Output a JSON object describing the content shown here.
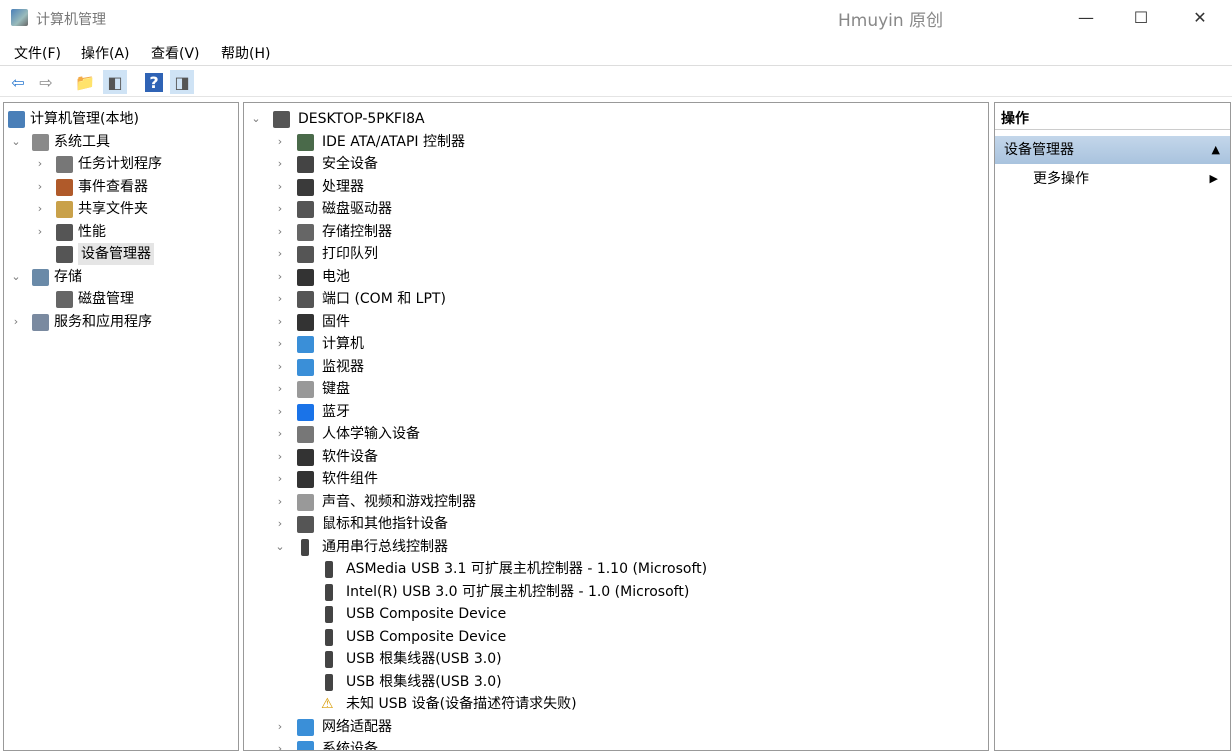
{
  "window": {
    "title": "计算机管理",
    "watermark": "Hmuyin 原创",
    "minimize": "—",
    "maximize": "☐",
    "close": "✕"
  },
  "menu": [
    "文件(F)",
    "操作(A)",
    "查看(V)",
    "帮助(H)"
  ],
  "toolbar": [
    {
      "icon": "back-arrow-icon",
      "glyph": "⇦",
      "color": "#2b79d0"
    },
    {
      "icon": "forward-arrow-icon",
      "glyph": "⇨",
      "color": "#888"
    },
    {
      "icon": "up-folder-icon",
      "glyph": "📁",
      "color": "#c9a14a"
    },
    {
      "icon": "show-hide-console-tree-icon",
      "glyph": "◧",
      "color": "#555",
      "selected": true
    },
    {
      "icon": "help-icon",
      "glyph": "?",
      "color": "#fff",
      "bg": "#2f63b5"
    },
    {
      "icon": "show-hide-action-pane-icon",
      "glyph": "◨",
      "color": "#555",
      "selected": true
    }
  ],
  "left_tree": [
    {
      "label": "计算机管理(本地)",
      "level": 0,
      "chev": "",
      "icon": "computer-management-icon",
      "color": "#4a7fb8"
    },
    {
      "label": "系统工具",
      "level": 1,
      "chev": "⌄",
      "icon": "tools-icon",
      "color": "#8a8a8a"
    },
    {
      "label": "任务计划程序",
      "level": 2,
      "chev": "›",
      "icon": "clock-icon",
      "color": "#777"
    },
    {
      "label": "事件查看器",
      "level": 2,
      "chev": "›",
      "icon": "event-viewer-icon",
      "color": "#b05a2a"
    },
    {
      "label": "共享文件夹",
      "level": 2,
      "chev": "›",
      "icon": "shared-folder-icon",
      "color": "#c9a14a"
    },
    {
      "label": "性能",
      "level": 2,
      "chev": "›",
      "icon": "performance-icon",
      "color": "#555"
    },
    {
      "label": "设备管理器",
      "level": 2,
      "chev": "",
      "icon": "device-manager-icon",
      "color": "#555",
      "selected": true
    },
    {
      "label": "存储",
      "level": 1,
      "chev": "⌄",
      "icon": "storage-icon",
      "color": "#6a8aa8"
    },
    {
      "label": "磁盘管理",
      "level": 2,
      "chev": "",
      "icon": "disk-management-icon",
      "color": "#666"
    },
    {
      "label": "服务和应用程序",
      "level": 1,
      "chev": "›",
      "icon": "services-icon",
      "color": "#7a8aa0"
    }
  ],
  "device_tree": {
    "root": {
      "label": "DESKTOP-5PKFI8A",
      "icon": "computer-network-icon"
    },
    "categories": [
      {
        "label": "IDE ATA/ATAPI 控制器",
        "icon": "ide-controller-icon",
        "color": "#4a6a4a"
      },
      {
        "label": "安全设备",
        "icon": "security-device-icon",
        "color": "#444"
      },
      {
        "label": "处理器",
        "icon": "processor-icon",
        "color": "#3a3a3a"
      },
      {
        "label": "磁盘驱动器",
        "icon": "disk-drive-icon",
        "color": "#555"
      },
      {
        "label": "存储控制器",
        "icon": "storage-controller-icon",
        "color": "#666"
      },
      {
        "label": "打印队列",
        "icon": "printer-icon",
        "color": "#555"
      },
      {
        "label": "电池",
        "icon": "battery-icon",
        "color": "#333"
      },
      {
        "label": "端口 (COM 和 LPT)",
        "icon": "port-icon",
        "color": "#555"
      },
      {
        "label": "固件",
        "icon": "firmware-icon",
        "color": "#333"
      },
      {
        "label": "计算机",
        "icon": "computer-icon",
        "color": "#3a8fd8"
      },
      {
        "label": "监视器",
        "icon": "monitor-icon",
        "color": "#3a8fd8"
      },
      {
        "label": "键盘",
        "icon": "keyboard-icon",
        "color": "#999"
      },
      {
        "label": "蓝牙",
        "icon": "bluetooth-icon",
        "color": "#1a73e8"
      },
      {
        "label": "人体学输入设备",
        "icon": "hid-icon",
        "color": "#777"
      },
      {
        "label": "软件设备",
        "icon": "software-device-icon",
        "color": "#333"
      },
      {
        "label": "软件组件",
        "icon": "software-component-icon",
        "color": "#333"
      },
      {
        "label": "声音、视频和游戏控制器",
        "icon": "speaker-icon",
        "color": "#999"
      },
      {
        "label": "鼠标和其他指针设备",
        "icon": "mouse-icon",
        "color": "#555"
      },
      {
        "label": "通用串行总线控制器",
        "icon": "usb-icon",
        "color": "#444",
        "expanded": true,
        "children": [
          {
            "label": "ASMedia USB 3.1 可扩展主机控制器 - 1.10 (Microsoft)",
            "icon": "usb-icon"
          },
          {
            "label": "Intel(R) USB 3.0 可扩展主机控制器 - 1.0 (Microsoft)",
            "icon": "usb-icon"
          },
          {
            "label": "USB Composite Device",
            "icon": "usb-icon"
          },
          {
            "label": "USB Composite Device",
            "icon": "usb-icon"
          },
          {
            "label": "USB 根集线器(USB 3.0)",
            "icon": "usb-icon"
          },
          {
            "label": "USB 根集线器(USB 3.0)",
            "icon": "usb-icon"
          },
          {
            "label": "未知 USB 设备(设备描述符请求失败)",
            "icon": "warning-usb-icon",
            "warning": true
          }
        ]
      },
      {
        "label": "网络适配器",
        "icon": "network-adapter-icon",
        "color": "#3a8fd8"
      },
      {
        "label": "系统设备",
        "icon": "system-device-icon",
        "color": "#3a8fd8"
      }
    ]
  },
  "actions": {
    "header": "操作",
    "section": "设备管理器",
    "section_arrow": "▲",
    "more": "更多操作",
    "more_arrow": "▶"
  }
}
